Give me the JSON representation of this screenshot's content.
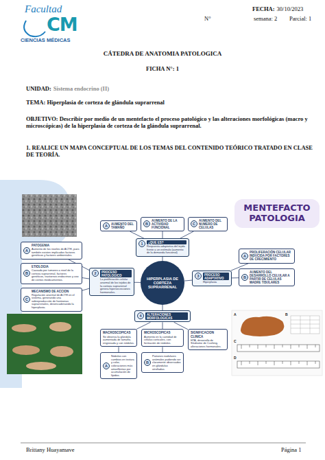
{
  "diagram": {
    "title": "CÁTEDRA DE ANATOMIA PATOLOGICA",
    "nodes": [
      {
        "text": [
          "MENTEFACTO PATOLOGIA"
        ]
      },
      {
        "text": [
          "A",
          "AUMENTO DEL TAMAÑO"
        ]
      },
      {
        "text": [
          "B",
          "AUMENTO DE LA ACTIVIDAD FUNCIONAL"
        ]
      },
      {
        "text": [
          "C",
          "AUMENTO DEL NUMERO DE CELULAS"
        ]
      },
      {
        "text": [
          "1",
          "¿QUE ES?",
          "Respuesta adaptativa del tejido frente a un estímulo (aumento de la demanda funcional)"
        ]
      },
      {
        "text": [
          "A",
          "PATOGENIA",
          "Aumento de los niveles de ACTH, pues también existen implicados factores genéticos y factores ambientales."
        ]
      },
      {
        "text": [
          "2",
          "PROCESO PATOLOGICO",
          "La proliferación celular anormal de los tejidos de la corteza suprarrenal genera hipersecreciones hormonales."
        ]
      },
      {
        "text": [
          "HIPERPLASIA DE CORTEZA SUPRARRENAL"
        ]
      },
      {
        "text": [
          "3",
          "PROCESO ADAPTATIVO",
          "Hiperplasia"
        ]
      },
      {
        "text": [
          "A",
          "PROLIFERACIÓN CELULAR INDUCIDA POR FACTORES DE CRECIMIENTO"
        ]
      },
      {
        "text": [
          "B",
          "ETIOLOGIA",
          "Causada por tumores a nivel de la corteza suprarrenal, factores genéticos, trastornos endocrinos y uso de ciertos medicamentos."
        ]
      },
      {
        "text": [
          "B",
          "AUMENTO DEL DESARROLLO CELULAR A PARTIR DE CELULAS MADRE TISULARES"
        ]
      },
      {
        "text": [
          "C",
          "MECANISMO DE ACCION",
          "Regulación anormal de ACTH en el sistema, generando una sobreproducción de hormonas suprarrenales, desencadenando la hiperplasia."
        ]
      },
      {
        "text": [
          "4",
          "ALTERACIONES MORFOLOGICAS"
        ]
      },
      {
        "text": [
          "MACROSCOPICAS",
          "Se observa la glándula aumentada de tamaño, engrosada y con nódulos."
        ]
      },
      {
        "text": [
          "MICROSCOPICAS",
          "Aumento en la cantidad de células corticales, con formación de nódulos."
        ]
      },
      {
        "text": [
          "SIGNIFICACION CLINICA",
          "HTA, desarrollo de Síndrome de Cushing, alteraciones hormonales."
        ]
      },
      {
        "text": [
          "A",
          "Nódulos con cambios en textura y color, coloraciones más amarillentas por acumulación de lípidos."
        ]
      },
      {
        "text": [
          "B",
          "Patrones nodulares anómalos pudiendo ser claramente observados en glándulas atrofiadas."
        ]
      }
    ],
    "edges": [
      {
        "from": 7,
        "to": 4,
        "arrow": "none"
      },
      {
        "from": 4,
        "to": 1,
        "arrow": "none"
      },
      {
        "from": 4,
        "to": 2,
        "arrow": "none"
      },
      {
        "from": 4,
        "to": 3,
        "arrow": "none"
      },
      {
        "from": 7,
        "to": 6,
        "arrow": "none"
      },
      {
        "from": 6,
        "to": 5,
        "arrow": "none"
      },
      {
        "from": 6,
        "to": 10,
        "arrow": "none"
      },
      {
        "from": 6,
        "to": 12,
        "arrow": "none"
      },
      {
        "from": 7,
        "to": 8,
        "arrow": "none"
      },
      {
        "from": 8,
        "to": 9,
        "arrow": "none"
      },
      {
        "from": 8,
        "to": 11,
        "arrow": "none"
      },
      {
        "from": 7,
        "to": 13,
        "arrow": "none"
      },
      {
        "from": 13,
        "to": 14,
        "arrow": "none"
      },
      {
        "from": 13,
        "to": 15,
        "arrow": "none"
      },
      {
        "from": 13,
        "to": 16,
        "arrow": "none"
      },
      {
        "from": 14,
        "to": 17,
        "arrow": "none"
      },
      {
        "from": 15,
        "to": 18,
        "arrow": "none"
      }
    ],
    "labels": [
      "Facultad",
      "CM",
      "CIENCIAS MÉDICAS",
      "FECHA:",
      "30/10/2023",
      "N°",
      "semana: 2",
      "Parcial: 1",
      "FICHA N°: 1",
      "UNIDAD:",
      "Sistema endocrino (II)",
      "TEMA: Hiperplasia de corteza de glándula suprarrenal",
      "OBJETIVO: Describir por medio de un mentefacto el proceso patológico y las alteraciones morfológicas (macro y microscópicas) de la hiperplasia de corteza de la glándula suprarrenal.",
      "1. REALICE UN MAPA CONCEPTUAL DE LOS TEMAS DEL CONTENIDO TEÓRICO TRATADO EN CLASE DE TEORÍA.",
      "A",
      "B",
      "C",
      "D",
      "Brittany Huayamave",
      "Página 1"
    ]
  }
}
